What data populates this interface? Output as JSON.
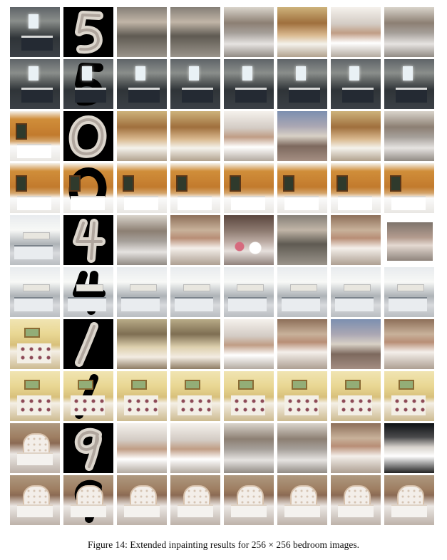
{
  "figure": {
    "caption": "Figure 14: Extended inpainting results for 256 × 256 bedroom images.",
    "rows": [
      {
        "digit": "5",
        "tiles": [
          {
            "kind": "photo",
            "style": "bed-a"
          },
          {
            "kind": "mask",
            "style": "bed-a",
            "invert": false
          },
          {
            "kind": "photo",
            "style": "gen-a"
          },
          {
            "kind": "photo",
            "style": "gen-a"
          },
          {
            "kind": "photo",
            "style": "gen-c"
          },
          {
            "kind": "photo",
            "style": "gen-b"
          },
          {
            "kind": "photo",
            "style": "gen-light"
          },
          {
            "kind": "photo",
            "style": "gen-c"
          }
        ]
      },
      {
        "digit": "5",
        "tiles": [
          {
            "kind": "photo",
            "style": "bed-a"
          },
          {
            "kind": "mask",
            "style": "bed-a",
            "invert": true
          },
          {
            "kind": "photo",
            "style": "bed-a"
          },
          {
            "kind": "photo",
            "style": "bed-a"
          },
          {
            "kind": "photo",
            "style": "bed-a"
          },
          {
            "kind": "photo",
            "style": "bed-a"
          },
          {
            "kind": "photo",
            "style": "bed-a"
          },
          {
            "kind": "photo",
            "style": "bed-a"
          }
        ]
      },
      {
        "digit": "0",
        "tiles": [
          {
            "kind": "photo",
            "style": "bed-b"
          },
          {
            "kind": "mask",
            "style": "bed-b",
            "invert": false
          },
          {
            "kind": "photo",
            "style": "gen-b"
          },
          {
            "kind": "photo",
            "style": "gen-b"
          },
          {
            "kind": "photo",
            "style": "gen-light"
          },
          {
            "kind": "photo",
            "style": "gen-blue"
          },
          {
            "kind": "photo",
            "style": "gen-b"
          },
          {
            "kind": "photo",
            "style": "gen-c"
          }
        ]
      },
      {
        "digit": "0",
        "tiles": [
          {
            "kind": "photo",
            "style": "bed-b"
          },
          {
            "kind": "mask",
            "style": "bed-b",
            "invert": true
          },
          {
            "kind": "photo",
            "style": "bed-b"
          },
          {
            "kind": "photo",
            "style": "bed-b"
          },
          {
            "kind": "photo",
            "style": "bed-b"
          },
          {
            "kind": "photo",
            "style": "bed-b"
          },
          {
            "kind": "photo",
            "style": "bed-b"
          },
          {
            "kind": "photo",
            "style": "bed-b"
          }
        ]
      },
      {
        "digit": "4",
        "tiles": [
          {
            "kind": "photo",
            "style": "bed-c"
          },
          {
            "kind": "mask",
            "style": "bed-c",
            "invert": false
          },
          {
            "kind": "photo",
            "style": "gen-c"
          },
          {
            "kind": "photo",
            "style": "gen-e"
          },
          {
            "kind": "photo",
            "style": "gen-flower"
          },
          {
            "kind": "photo",
            "style": "gen-a"
          },
          {
            "kind": "photo",
            "style": "gen-e"
          },
          {
            "kind": "photo",
            "style": "tile-white"
          }
        ]
      },
      {
        "digit": "4",
        "tiles": [
          {
            "kind": "photo",
            "style": "bed-c"
          },
          {
            "kind": "mask",
            "style": "bed-c",
            "invert": true
          },
          {
            "kind": "photo",
            "style": "bed-c"
          },
          {
            "kind": "photo",
            "style": "bed-c"
          },
          {
            "kind": "photo",
            "style": "bed-c"
          },
          {
            "kind": "photo",
            "style": "bed-c"
          },
          {
            "kind": "photo",
            "style": "bed-c"
          },
          {
            "kind": "photo",
            "style": "bed-c"
          }
        ]
      },
      {
        "digit": "1",
        "tiles": [
          {
            "kind": "photo",
            "style": "bed-d"
          },
          {
            "kind": "mask",
            "style": "bed-d",
            "invert": false
          },
          {
            "kind": "photo",
            "style": "gen-d"
          },
          {
            "kind": "photo",
            "style": "gen-d"
          },
          {
            "kind": "photo",
            "style": "gen-light"
          },
          {
            "kind": "photo",
            "style": "gen-e"
          },
          {
            "kind": "photo",
            "style": "gen-blue"
          },
          {
            "kind": "photo",
            "style": "gen-e"
          }
        ]
      },
      {
        "digit": "1",
        "tiles": [
          {
            "kind": "photo",
            "style": "bed-d"
          },
          {
            "kind": "mask",
            "style": "bed-d",
            "invert": true
          },
          {
            "kind": "photo",
            "style": "bed-d"
          },
          {
            "kind": "photo",
            "style": "bed-d"
          },
          {
            "kind": "photo",
            "style": "bed-d"
          },
          {
            "kind": "photo",
            "style": "bed-d"
          },
          {
            "kind": "photo",
            "style": "bed-d"
          },
          {
            "kind": "photo",
            "style": "bed-d"
          }
        ]
      },
      {
        "digit": "9",
        "tiles": [
          {
            "kind": "photo",
            "style": "bed-e"
          },
          {
            "kind": "mask",
            "style": "bed-e",
            "invert": false
          },
          {
            "kind": "photo",
            "style": "gen-light"
          },
          {
            "kind": "photo",
            "style": "gen-light"
          },
          {
            "kind": "photo",
            "style": "gen-c"
          },
          {
            "kind": "photo",
            "style": "gen-c"
          },
          {
            "kind": "photo",
            "style": "gen-e"
          },
          {
            "kind": "photo",
            "style": "gen-dark"
          }
        ]
      },
      {
        "digit": "9",
        "tiles": [
          {
            "kind": "photo",
            "style": "bed-e"
          },
          {
            "kind": "mask",
            "style": "bed-e",
            "invert": true
          },
          {
            "kind": "photo",
            "style": "bed-e"
          },
          {
            "kind": "photo",
            "style": "bed-e"
          },
          {
            "kind": "photo",
            "style": "bed-e"
          },
          {
            "kind": "photo",
            "style": "bed-e"
          },
          {
            "kind": "photo",
            "style": "bed-e"
          },
          {
            "kind": "photo",
            "style": "bed-e"
          }
        ]
      }
    ]
  }
}
